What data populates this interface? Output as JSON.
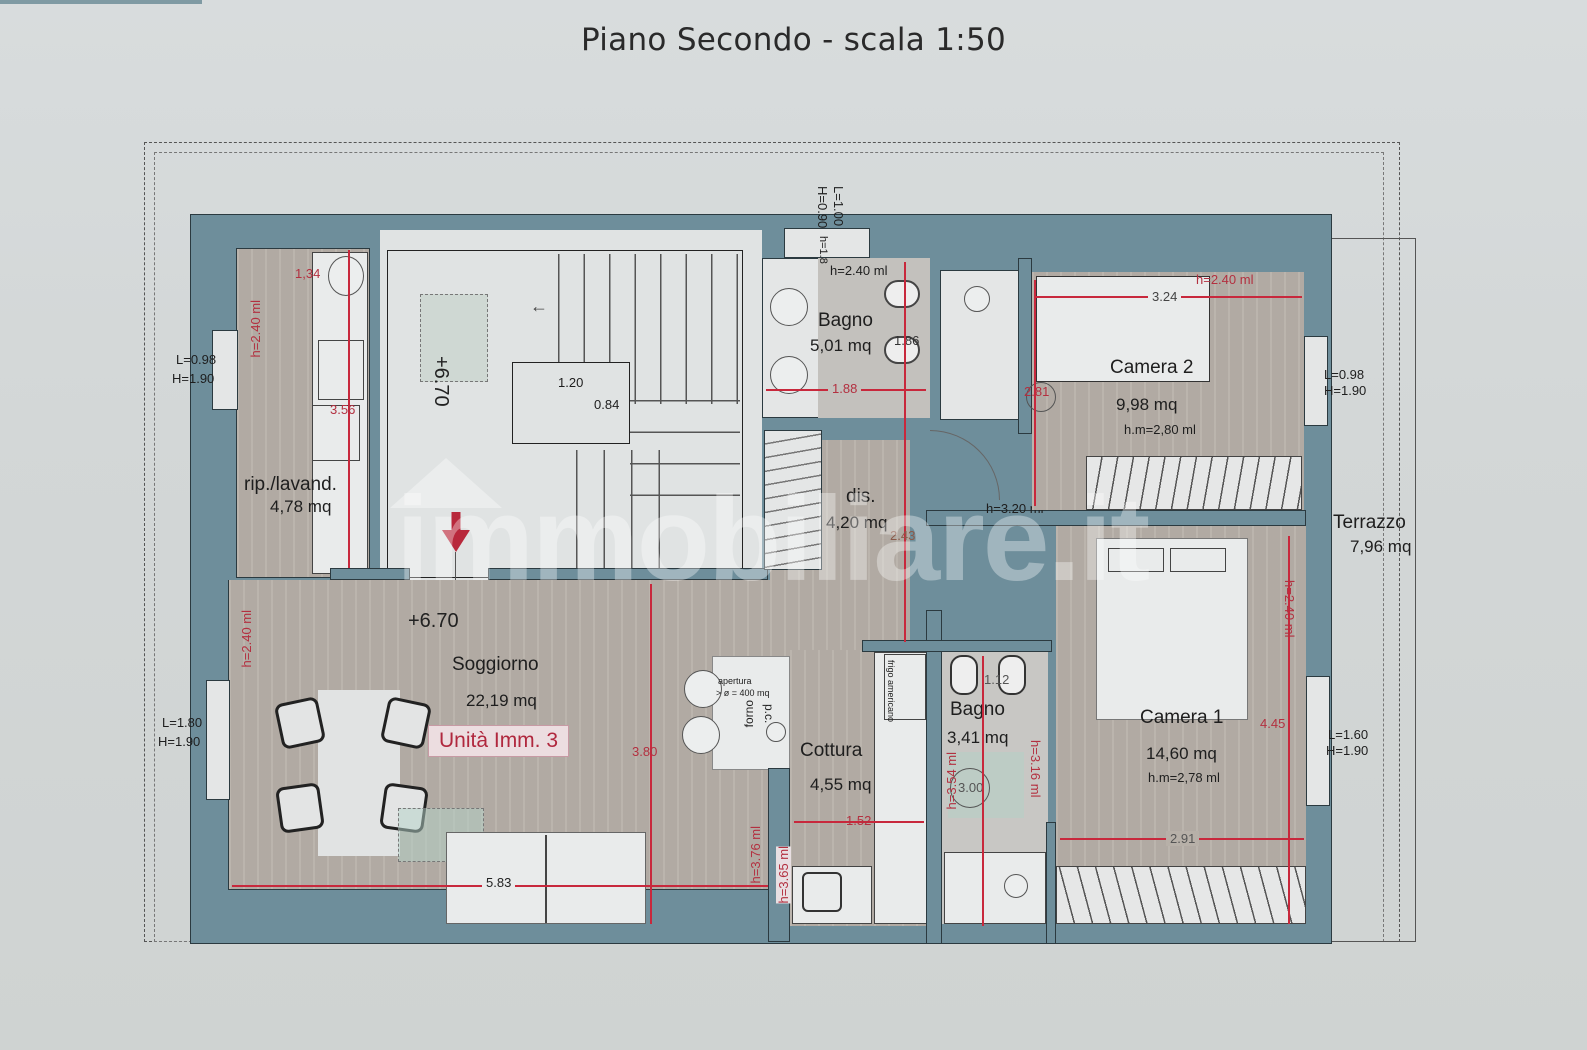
{
  "page": {
    "title": "Piano Secondo - scala 1:50",
    "watermark": "immobiliare.it"
  },
  "unit_label": "Unità Imm. 3",
  "level_marks": {
    "stair_level": "+6.70",
    "living_level": "+6.70"
  },
  "rooms": [
    {
      "id": "ripostiglio",
      "name": "rip./lavand.",
      "area": "4,78 mq"
    },
    {
      "id": "bagno-1",
      "name": "Bagno",
      "area": "5,01 mq",
      "height": "h=2.40 ml"
    },
    {
      "id": "disimpegno",
      "name": "dis.",
      "area": "4,20 mq"
    },
    {
      "id": "camera-2",
      "name": "Camera 2",
      "area": "9,98 mq",
      "avg_height": "h.m=2,80 ml"
    },
    {
      "id": "terrazzo",
      "name": "Terrazzo",
      "area": "7,96 mq"
    },
    {
      "id": "soggiorno",
      "name": "Soggiorno",
      "area": "22,19 mq"
    },
    {
      "id": "cottura",
      "name": "Cottura",
      "area": "4,55 mq"
    },
    {
      "id": "bagno-2",
      "name": "Bagno",
      "area": "3,41 mq"
    },
    {
      "id": "camera-1",
      "name": "Camera 1",
      "area": "14,60 mq",
      "avg_height": "h.m=2,78 ml"
    }
  ],
  "windows": [
    {
      "id": "win-rip",
      "l": "L=0.98",
      "h": "H=1.90"
    },
    {
      "id": "win-bagno",
      "l": "L=1.00",
      "h": "H=0.90"
    },
    {
      "id": "win-camera2",
      "l": "L=0.98",
      "h": "H=1.90"
    },
    {
      "id": "win-soggiorno",
      "l": "L=1.80",
      "h": "H=1.90"
    },
    {
      "id": "win-camera1",
      "l": "L=1.60",
      "h": "H=1.90"
    }
  ],
  "dimensions": {
    "rip_width": "1,34",
    "rip_length": "3.56",
    "rip_height": "h=2.40 ml",
    "stair_landing_w": "1.20",
    "stair_landing_d": "0.84",
    "bagno1_width": "1.88",
    "bagno1_depth": "1.86",
    "bagno1_sill": "h=1.8",
    "camera2_width": "3.24",
    "camera2_height": "h=2.40 ml",
    "camera2_depth": "2.81",
    "dis_height": "h=3.20 ml",
    "dis_length": "2.43",
    "soggiorno_height_left": "h=2.40 ml",
    "soggiorno_width": "5.83",
    "soggiorno_depth": "3.80",
    "soggiorno_height_right": "h=3.76 ml",
    "cottura_height": "h=3.65 ml",
    "cottura_width": "1.52",
    "bagno2_height_left": "h=3.54 ml",
    "bagno2_height_right": "h=3.16 ml",
    "bagno2_width": "1.12",
    "bagno2_depth": "3.00",
    "camera1_height": "h=2.40 ml",
    "camera1_depth": "4.45",
    "camera1_width": "2.91"
  },
  "fixtures": {
    "fridge": "frigo americano",
    "oven": "forno",
    "hob": "p.c.",
    "hood_note_1": "apertura",
    "hood_note_2": "> ø = 400 mq"
  },
  "colors": {
    "wall": "#6e8e9b",
    "floor": "#b7b0a8",
    "dimension_red": "#c8283c",
    "unit_label": "#b0283e",
    "background": "#d5d9d9"
  }
}
